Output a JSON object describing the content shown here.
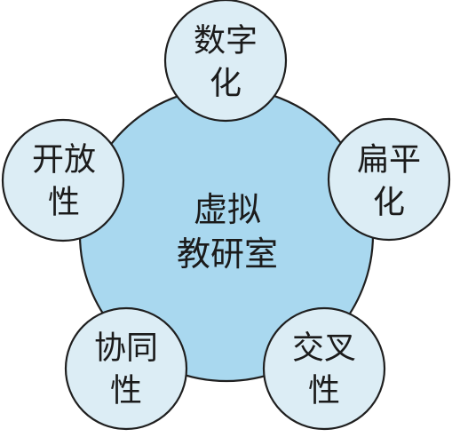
{
  "diagram": {
    "center": {
      "lines": [
        "虚拟",
        "教研室"
      ]
    },
    "satellites": [
      {
        "id": "top",
        "lines": [
          "数字",
          "化"
        ]
      },
      {
        "id": "right",
        "lines": [
          "扁平",
          "化"
        ]
      },
      {
        "id": "bottom-right",
        "lines": [
          "交叉",
          "性"
        ]
      },
      {
        "id": "bottom-left",
        "lines": [
          "协同",
          "性"
        ]
      },
      {
        "id": "left",
        "lines": [
          "开放",
          "性"
        ]
      }
    ]
  },
  "colors": {
    "main_fill": "#a9d8ef",
    "satellite_fill": "#dcedf5",
    "outline": "#1f1f1f",
    "text": "#1b1b1b"
  }
}
